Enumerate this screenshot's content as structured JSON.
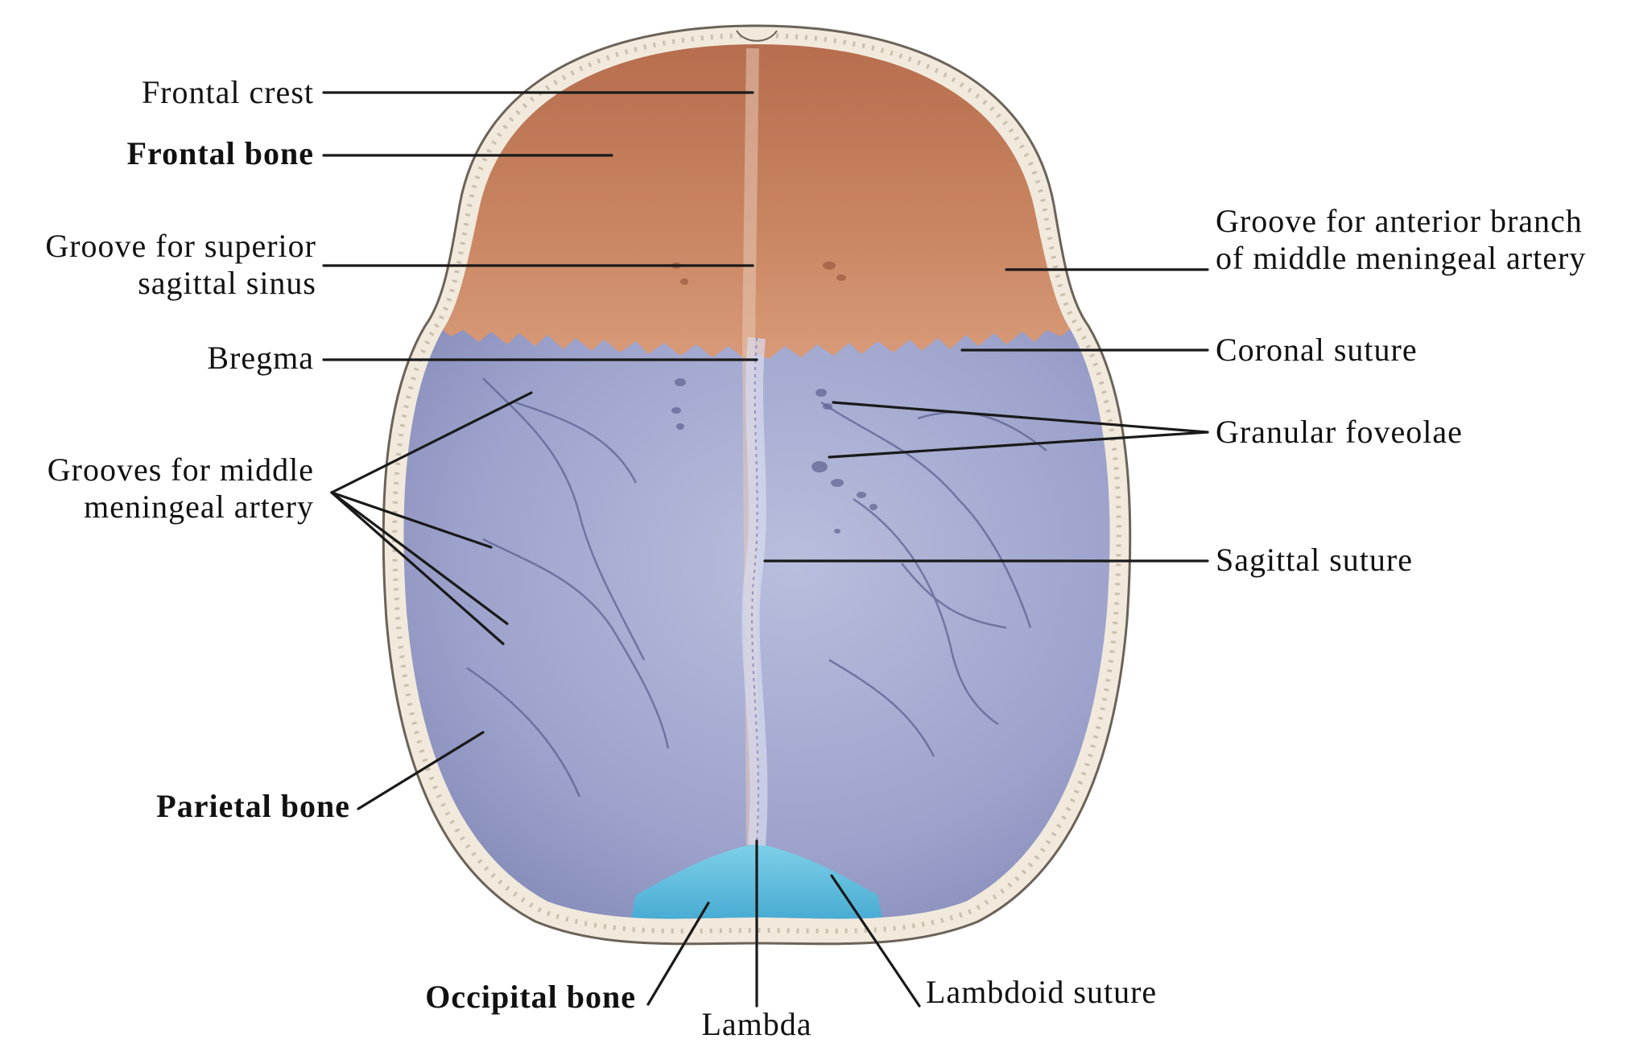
{
  "labels": {
    "frontal_crest": "Frontal crest",
    "frontal_bone": "Frontal bone",
    "groove_sss_line1": "Groove for superior",
    "groove_sss_line2": "sagittal sinus",
    "bregma": "Bregma",
    "grooves_mma_line1": "Grooves for middle",
    "grooves_mma_line2": "meningeal artery",
    "parietal_bone": "Parietal bone",
    "occipital_bone": "Occipital bone",
    "lambda": "Lambda",
    "lambdoid_suture": "Lambdoid suture",
    "groove_anterior_line1": "Groove for anterior branch",
    "groove_anterior_line2": "of middle meningeal artery",
    "coronal_suture": "Coronal suture",
    "granular_foveolae": "Granular foveolae",
    "sagittal_suture": "Sagittal suture"
  },
  "colors": {
    "frontal_bone": "#c07a58",
    "parietal_bone": "#9aa0c8",
    "occipital_bone": "#5fb8d6",
    "skull_rim": "#efe6d8",
    "leader_line": "#1a1a1a"
  }
}
